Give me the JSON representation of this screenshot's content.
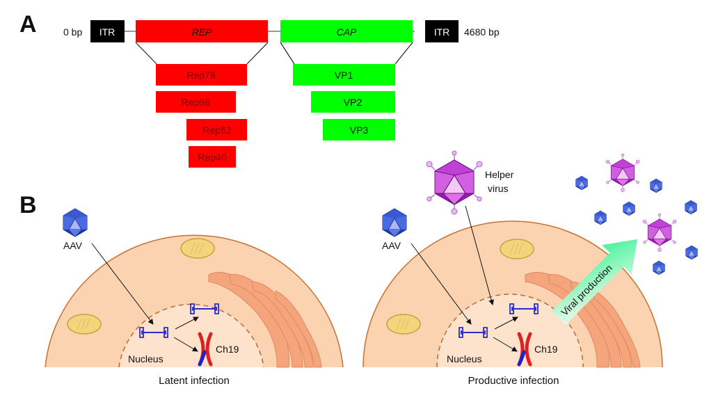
{
  "panel_a": {
    "label": "A",
    "start_label": "0 bp",
    "end_label": "4680 bp",
    "itr_left": "ITR",
    "itr_right": "ITR",
    "rep_gene": "REP",
    "cap_gene": "CAP",
    "rep_proteins": [
      "Rep78",
      "Rep68",
      "Rep52",
      "Rep40"
    ],
    "cap_proteins": [
      "VP1",
      "VP2",
      "VP3"
    ]
  },
  "panel_b": {
    "label": "B",
    "latent": {
      "aav_label": "AAV",
      "nucleus_label": "Nucleus",
      "chromosome_label": "Ch19",
      "caption": "Latent infection"
    },
    "productive": {
      "aav_label": "AAV",
      "helper_label_line1": "Helper",
      "helper_label_line2": "virus",
      "nucleus_label": "Nucleus",
      "chromosome_label": "Ch19",
      "arrow_label": "Viral production",
      "caption": "Productive infection"
    }
  },
  "colors": {
    "rep": "#ff0000",
    "cap": "#00ff00",
    "itr": "#000000",
    "aav": "#1f3aa8",
    "helper": "#a020c0",
    "cell": "#fbd3b0",
    "cell_border": "#c87030",
    "golgi": "#f4a57c",
    "mito": "#f2d77a"
  }
}
